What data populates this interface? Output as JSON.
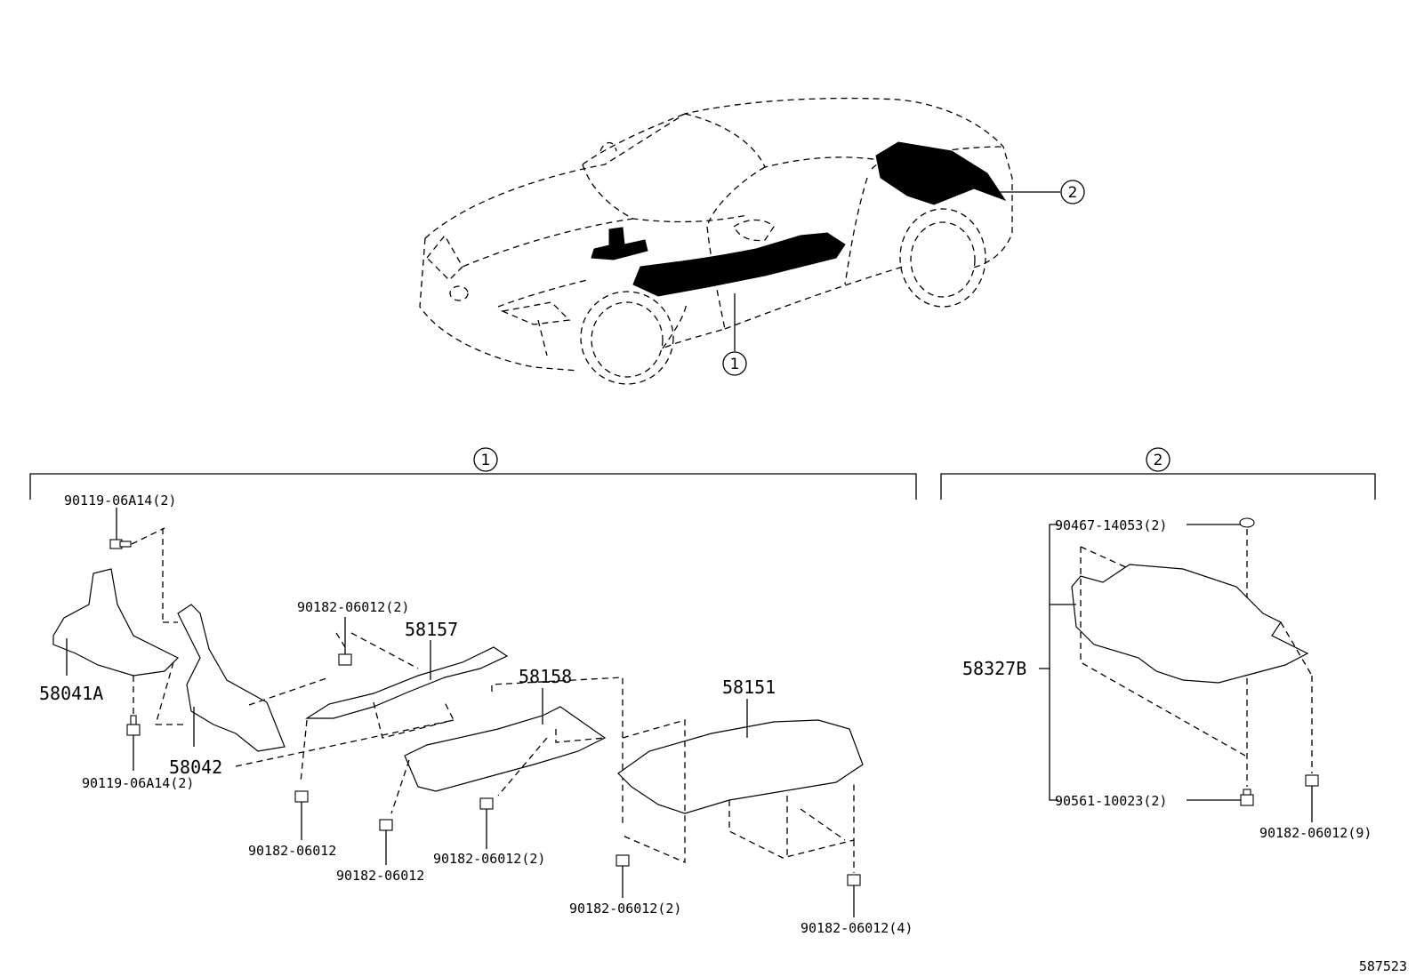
{
  "callouts": {
    "one": "1",
    "two": "2"
  },
  "reference_id": "587523",
  "group1": {
    "marker": "1",
    "parts": {
      "bolt_top": "90119-06A14(2)",
      "bolt_bottom": "90119-06A14(2)",
      "p58041A": "58041A",
      "p58042": "58042",
      "nut_58157_top": "90182-06012(2)",
      "p58157": "58157",
      "p58158": "58158",
      "p58151": "58151",
      "nut_a": "90182-06012",
      "nut_b": "90182-06012",
      "nut_c": "90182-06012(2)",
      "nut_d": "90182-06012(2)",
      "nut_e": "90182-06012(4)"
    }
  },
  "group2": {
    "marker": "2",
    "parts": {
      "clip_top": "90467-14053(2)",
      "p58327B": "58327B",
      "bolt_lower": "90561-10023(2)",
      "nut_right": "90182-06012(9)"
    }
  }
}
